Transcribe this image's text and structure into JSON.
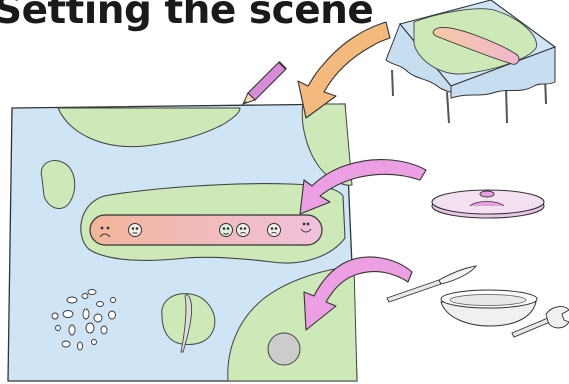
{
  "title": "Setting the scene",
  "colors": {
    "table_blue": "#c9e0f2",
    "land_green": "#cde9b8",
    "strip_peach": "#f4c2a3",
    "strip_pink": "#f3c4d8",
    "arrow_orange": "#f5b77a",
    "arrow_pink": "#ec9fe3",
    "rock_grey": "#cccccc",
    "outline": "#333333"
  },
  "icons": [
    "pencil-icon",
    "plate-icon",
    "knife-icon",
    "bowl-icon",
    "fork-icon",
    "table-icon"
  ],
  "strip_faces": [
    "frown",
    "neutral",
    "neutral",
    "neutral",
    "neutral",
    "smile"
  ]
}
